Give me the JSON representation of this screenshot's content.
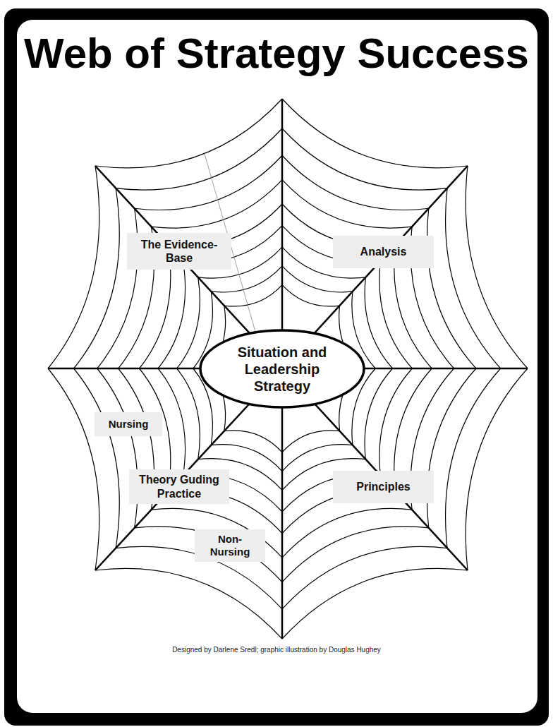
{
  "diagram": {
    "title": "Web of Strategy Success",
    "caption": "Designed by Darlene Sredl; graphic illustration by Douglas Hughey",
    "nodes": [
      {
        "text": [
          "The Evidence-Base"
        ]
      },
      {
        "text": [
          "Analysis"
        ]
      },
      {
        "text": [
          "Situation and Leadership Strategy"
        ]
      },
      {
        "text": [
          "Nursing"
        ]
      },
      {
        "text": [
          "Theory Guding Practice"
        ]
      },
      {
        "text": [
          "Principles"
        ]
      },
      {
        "text": [
          "Non-Nursing"
        ]
      }
    ]
  }
}
